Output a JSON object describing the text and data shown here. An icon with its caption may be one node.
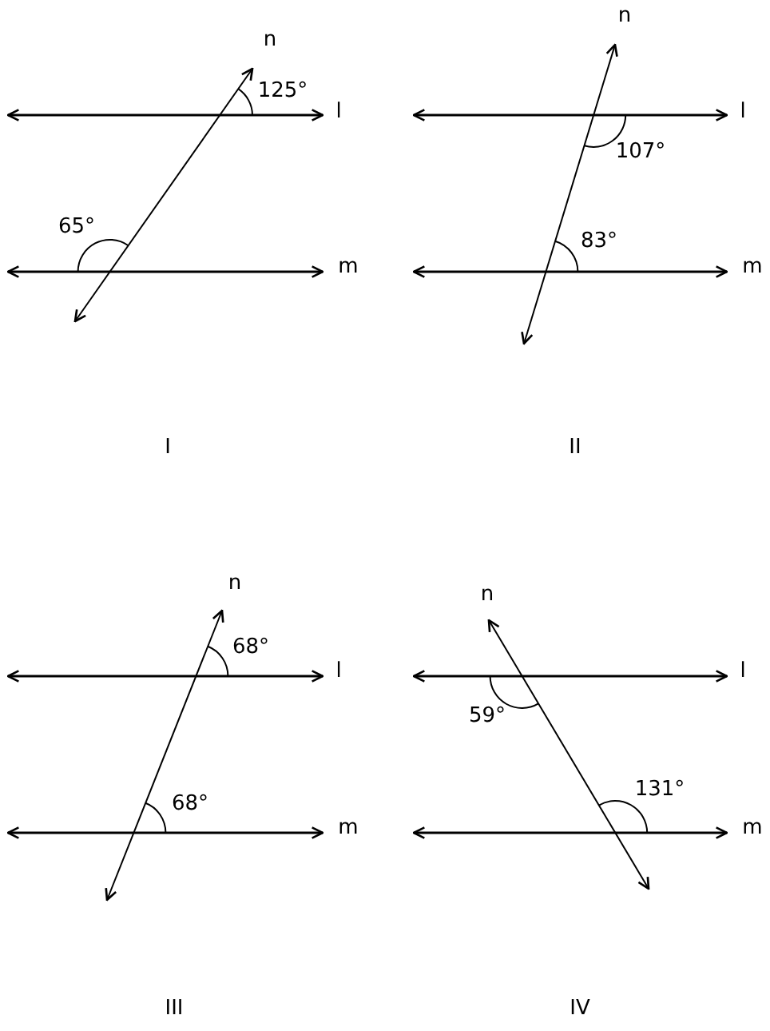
{
  "diagram": {
    "labels": [
      "n",
      "125°",
      "l",
      "65°",
      "m",
      "I",
      "n",
      "l",
      "107°",
      "83°",
      "m",
      "II",
      "n",
      "68°",
      "l",
      "68°",
      "m",
      "III",
      "n",
      "l",
      "59°",
      "131°",
      "m",
      "IV"
    ]
  }
}
